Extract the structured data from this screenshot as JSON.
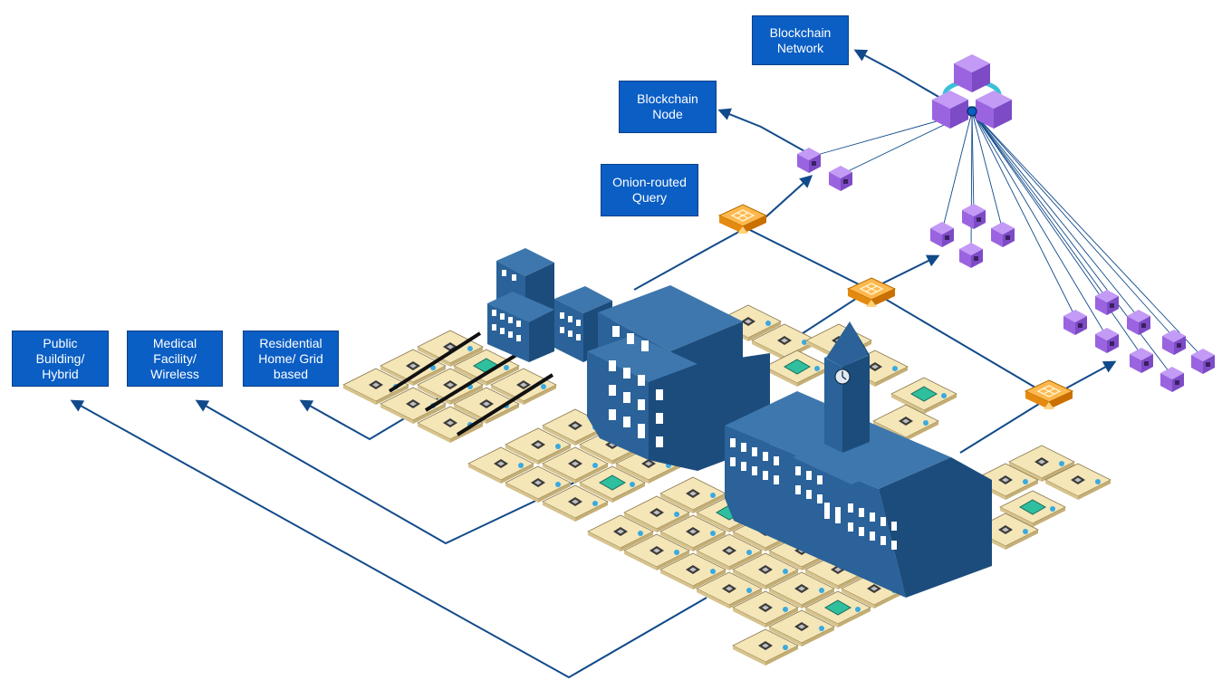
{
  "labels": {
    "blockchain_network": [
      "Blockchain",
      "Network"
    ],
    "blockchain_node": [
      "Blockchain",
      "Node"
    ],
    "onion_query": [
      "Onion-routed",
      "Query"
    ],
    "public_building": [
      "Public",
      "Building/",
      "Hybrid"
    ],
    "medical_facility": [
      "Medical",
      "Facility/",
      "Wireless"
    ],
    "residential_home": [
      "Residential",
      "Home/ Grid",
      "based"
    ]
  },
  "colors": {
    "label_fill": "#0a5ec4",
    "connector": "#114a8a",
    "building": "#1f5a8f",
    "building_dark": "#164772",
    "window": "#ffffff",
    "tile": "#f5e6b8",
    "chip": "#3a3a3a",
    "cube": "#9a64e0",
    "router": "#f19a1a",
    "ring": "#3cc0d8"
  },
  "icons": [
    "blockchain-cube-icon",
    "onion-router-icon",
    "sensor-chip-icon",
    "clock-icon"
  ]
}
